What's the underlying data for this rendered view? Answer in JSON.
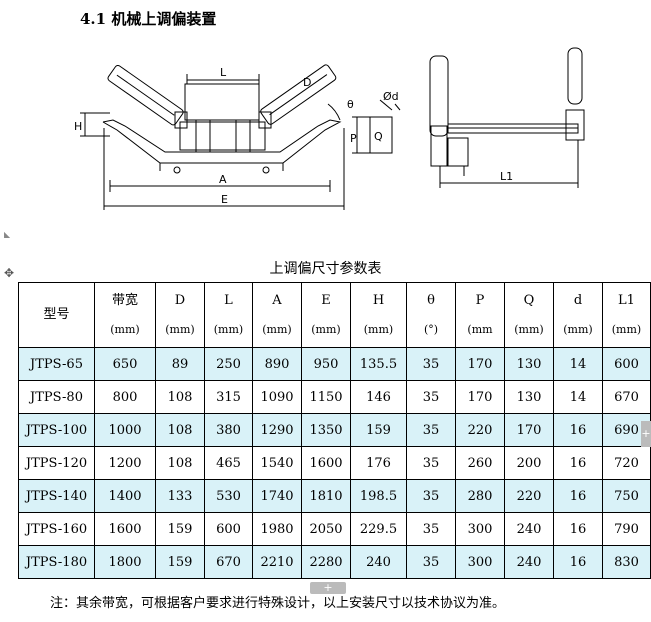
{
  "section_title": "4.1 机械上调偏装置",
  "drawing_labels": {
    "L": "L",
    "H": "H",
    "A": "A",
    "E": "E",
    "theta": "θ",
    "D": "D",
    "d": "Ød",
    "P": "P",
    "Q": "Q",
    "L1": "L1"
  },
  "table_caption": "上调偏尺寸参数表",
  "table": {
    "headers": [
      {
        "name": "型号",
        "unit": ""
      },
      {
        "name": "带宽",
        "unit": "(mm)"
      },
      {
        "name": "D",
        "unit": "(mm)"
      },
      {
        "name": "L",
        "unit": "(mm)"
      },
      {
        "name": "A",
        "unit": "(mm)"
      },
      {
        "name": "E",
        "unit": "(mm)"
      },
      {
        "name": "H",
        "unit": "(mm)"
      },
      {
        "name": "θ",
        "unit": "(°)"
      },
      {
        "name": "P",
        "unit": "(mm"
      },
      {
        "name": "Q",
        "unit": "(mm)"
      },
      {
        "name": "d",
        "unit": "(mm)"
      },
      {
        "name": "L1",
        "unit": "(mm)"
      }
    ],
    "rows": [
      [
        "JTPS-65",
        "650",
        "89",
        "250",
        "890",
        "950",
        "135.5",
        "35",
        "170",
        "130",
        "14",
        "600"
      ],
      [
        "JTPS-80",
        "800",
        "108",
        "315",
        "1090",
        "1150",
        "146",
        "35",
        "170",
        "130",
        "14",
        "670"
      ],
      [
        "JTPS-100",
        "1000",
        "108",
        "380",
        "1290",
        "1350",
        "159",
        "35",
        "220",
        "170",
        "16",
        "690"
      ],
      [
        "JTPS-120",
        "1200",
        "108",
        "465",
        "1540",
        "1600",
        "176",
        "35",
        "260",
        "200",
        "16",
        "720"
      ],
      [
        "JTPS-140",
        "1400",
        "133",
        "530",
        "1740",
        "1810",
        "198.5",
        "35",
        "280",
        "220",
        "16",
        "750"
      ],
      [
        "JTPS-160",
        "1600",
        "159",
        "600",
        "1980",
        "2050",
        "229.5",
        "35",
        "300",
        "240",
        "16",
        "790"
      ],
      [
        "JTPS-180",
        "1800",
        "159",
        "670",
        "2210",
        "2280",
        "240",
        "35",
        "300",
        "240",
        "16",
        "830"
      ]
    ]
  },
  "note": "注：其余带宽，可根据客户要求进行特殊设计，以上安装尺寸以技术协议为准。",
  "controls": {
    "move_handle": "✥",
    "add_row": "+",
    "add_col": "+"
  },
  "colors": {
    "shaded_row": "#d9f2f8",
    "line": "#000000"
  }
}
